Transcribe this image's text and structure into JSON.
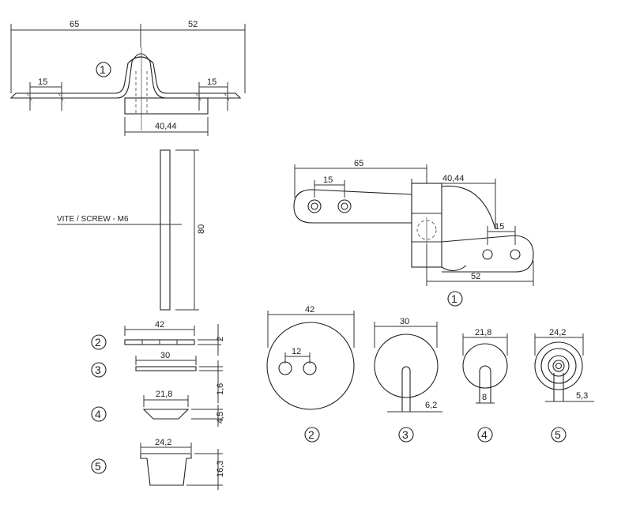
{
  "drawing": {
    "top_view": {
      "part_number": "1",
      "dim_left_total": "65",
      "dim_right_total": "52",
      "dim_left_holes": "15",
      "dim_right_holes": "15",
      "dim_base": "40,44"
    },
    "screw": {
      "label": "VITE / SCREW - M6",
      "length": "80"
    },
    "side_view": {
      "part_number": "1",
      "dim_left_total": "65",
      "dim_left_holes": "15",
      "dim_base": "40,44",
      "dim_right_holes": "15",
      "dim_right_total": "52"
    },
    "side_parts": [
      {
        "number": "2",
        "width": "42",
        "thickness": "2"
      },
      {
        "number": "3",
        "width": "30",
        "thickness": "1,6"
      },
      {
        "number": "4",
        "width": "21,8",
        "thickness": "4,5"
      },
      {
        "number": "5",
        "width": "24,2",
        "height": "16,3"
      }
    ],
    "plan_parts": [
      {
        "number": "2",
        "diameter": "42",
        "hole_spacing": "12"
      },
      {
        "number": "3",
        "diameter": "30",
        "slot": "6,2"
      },
      {
        "number": "4",
        "diameter": "21,8",
        "slot": "8"
      },
      {
        "number": "5",
        "diameter": "24,2",
        "slot": "5,3"
      }
    ]
  }
}
